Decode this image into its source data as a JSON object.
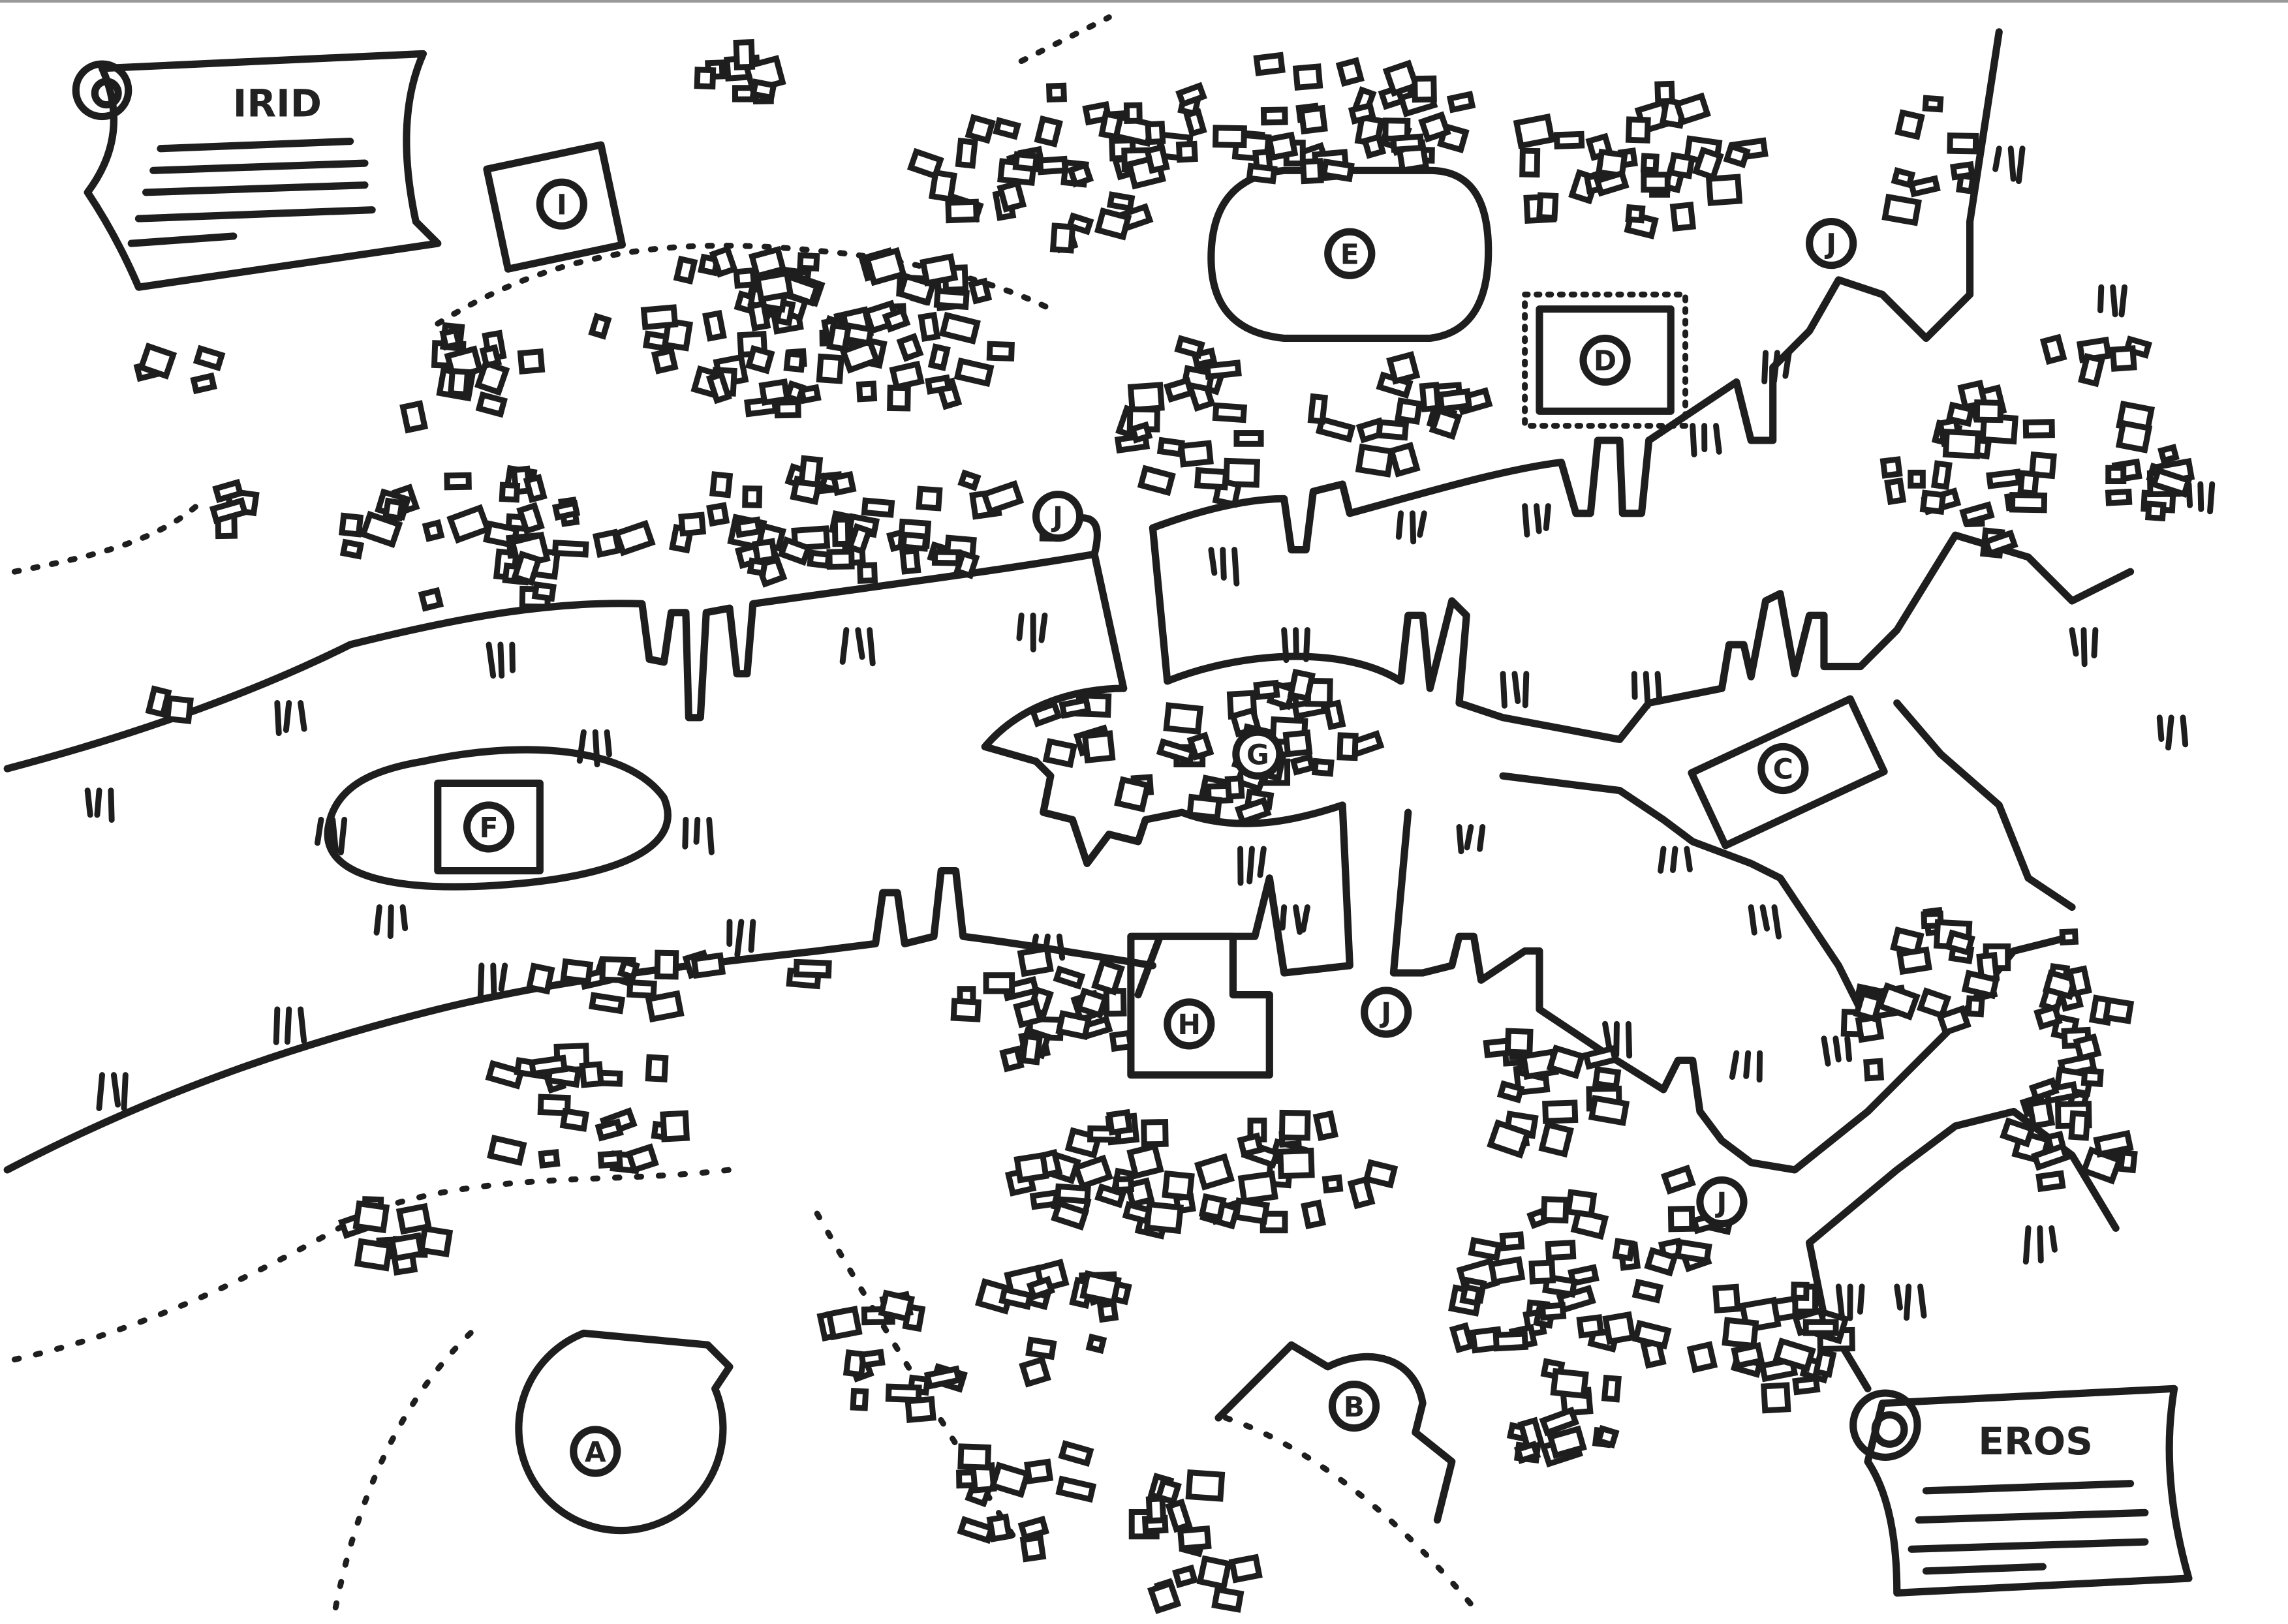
{
  "map": {
    "title_left": "IRID",
    "title_right": "EROS",
    "markers": [
      {
        "id": "A",
        "label": "A"
      },
      {
        "id": "B",
        "label": "B"
      },
      {
        "id": "C",
        "label": "C"
      },
      {
        "id": "D",
        "label": "D"
      },
      {
        "id": "E",
        "label": "E"
      },
      {
        "id": "F",
        "label": "F"
      },
      {
        "id": "G",
        "label": "G"
      },
      {
        "id": "H",
        "label": "H"
      },
      {
        "id": "I",
        "label": "I"
      },
      {
        "id": "J1",
        "label": "J"
      },
      {
        "id": "J2",
        "label": "J"
      },
      {
        "id": "J3",
        "label": "J"
      },
      {
        "id": "J4",
        "label": "J"
      }
    ],
    "colors": {
      "ink": "#1e1e1e",
      "paper": "#ffffff"
    }
  }
}
